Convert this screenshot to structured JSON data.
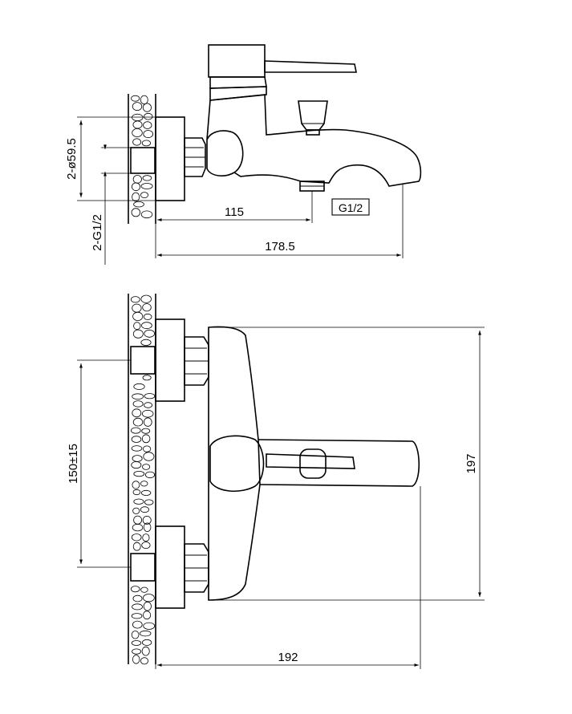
{
  "side_view": {
    "dim_outer_diameter": "2-ø59.5",
    "dim_inlet_thread": "2-G1/2",
    "dim_spout_offset": "115",
    "dim_total_depth": "178.5",
    "outlet_thread": "G1/2"
  },
  "front_view": {
    "dim_centers": "150±15",
    "dim_height": "197",
    "dim_width": "192"
  },
  "colors": {
    "line": "#000000",
    "background": "#ffffff"
  }
}
